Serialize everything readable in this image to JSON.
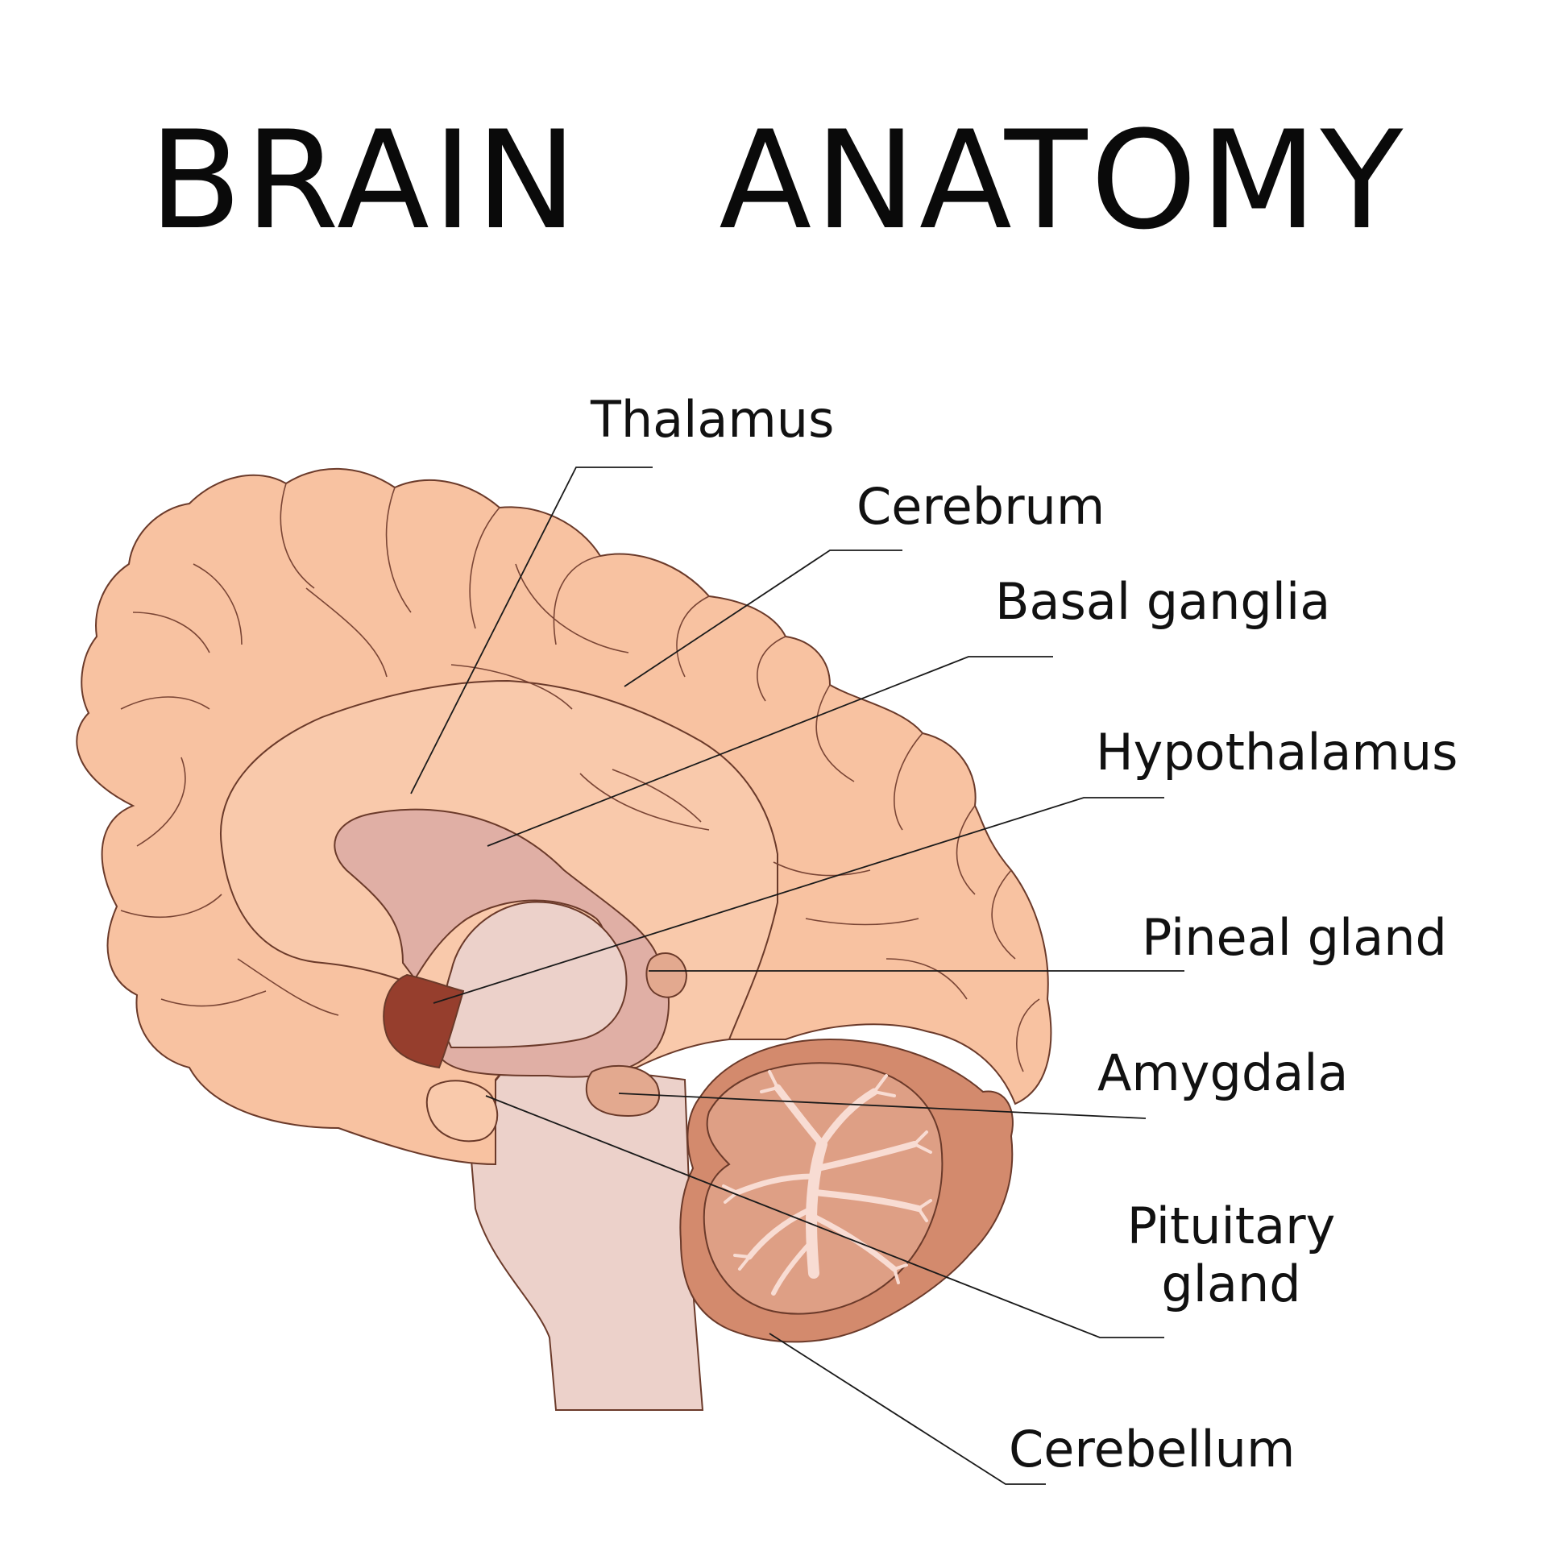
{
  "title": "BRAIN   ANATOMY",
  "labels": {
    "thalamus": "Thalamus",
    "cerebrum": "Cerebrum",
    "basal_ganglia": "Basal ganglia",
    "hypothalamus": "Hypothalamus",
    "pineal_gland": "Pineal gland",
    "amygdala": "Amygdala",
    "pituitary_line1": "Pituitary",
    "pituitary_line2": "gland",
    "cerebellum": "Cerebellum"
  },
  "colors": {
    "cerebrum": "#f8c2a1",
    "inner_cerebrum": "#f9c9ab",
    "basal_ganglia": "#e0afa5",
    "thalamus_core": "#ecd1ca",
    "hypothalamus": "#963e2d",
    "brainstem": "#ecd1ca",
    "amygdala": "#e3a98f",
    "cerebellum_outer": "#d38a6d",
    "cerebellum_inner": "#de9f85",
    "arbor_vitae": "#f8dcd3"
  }
}
